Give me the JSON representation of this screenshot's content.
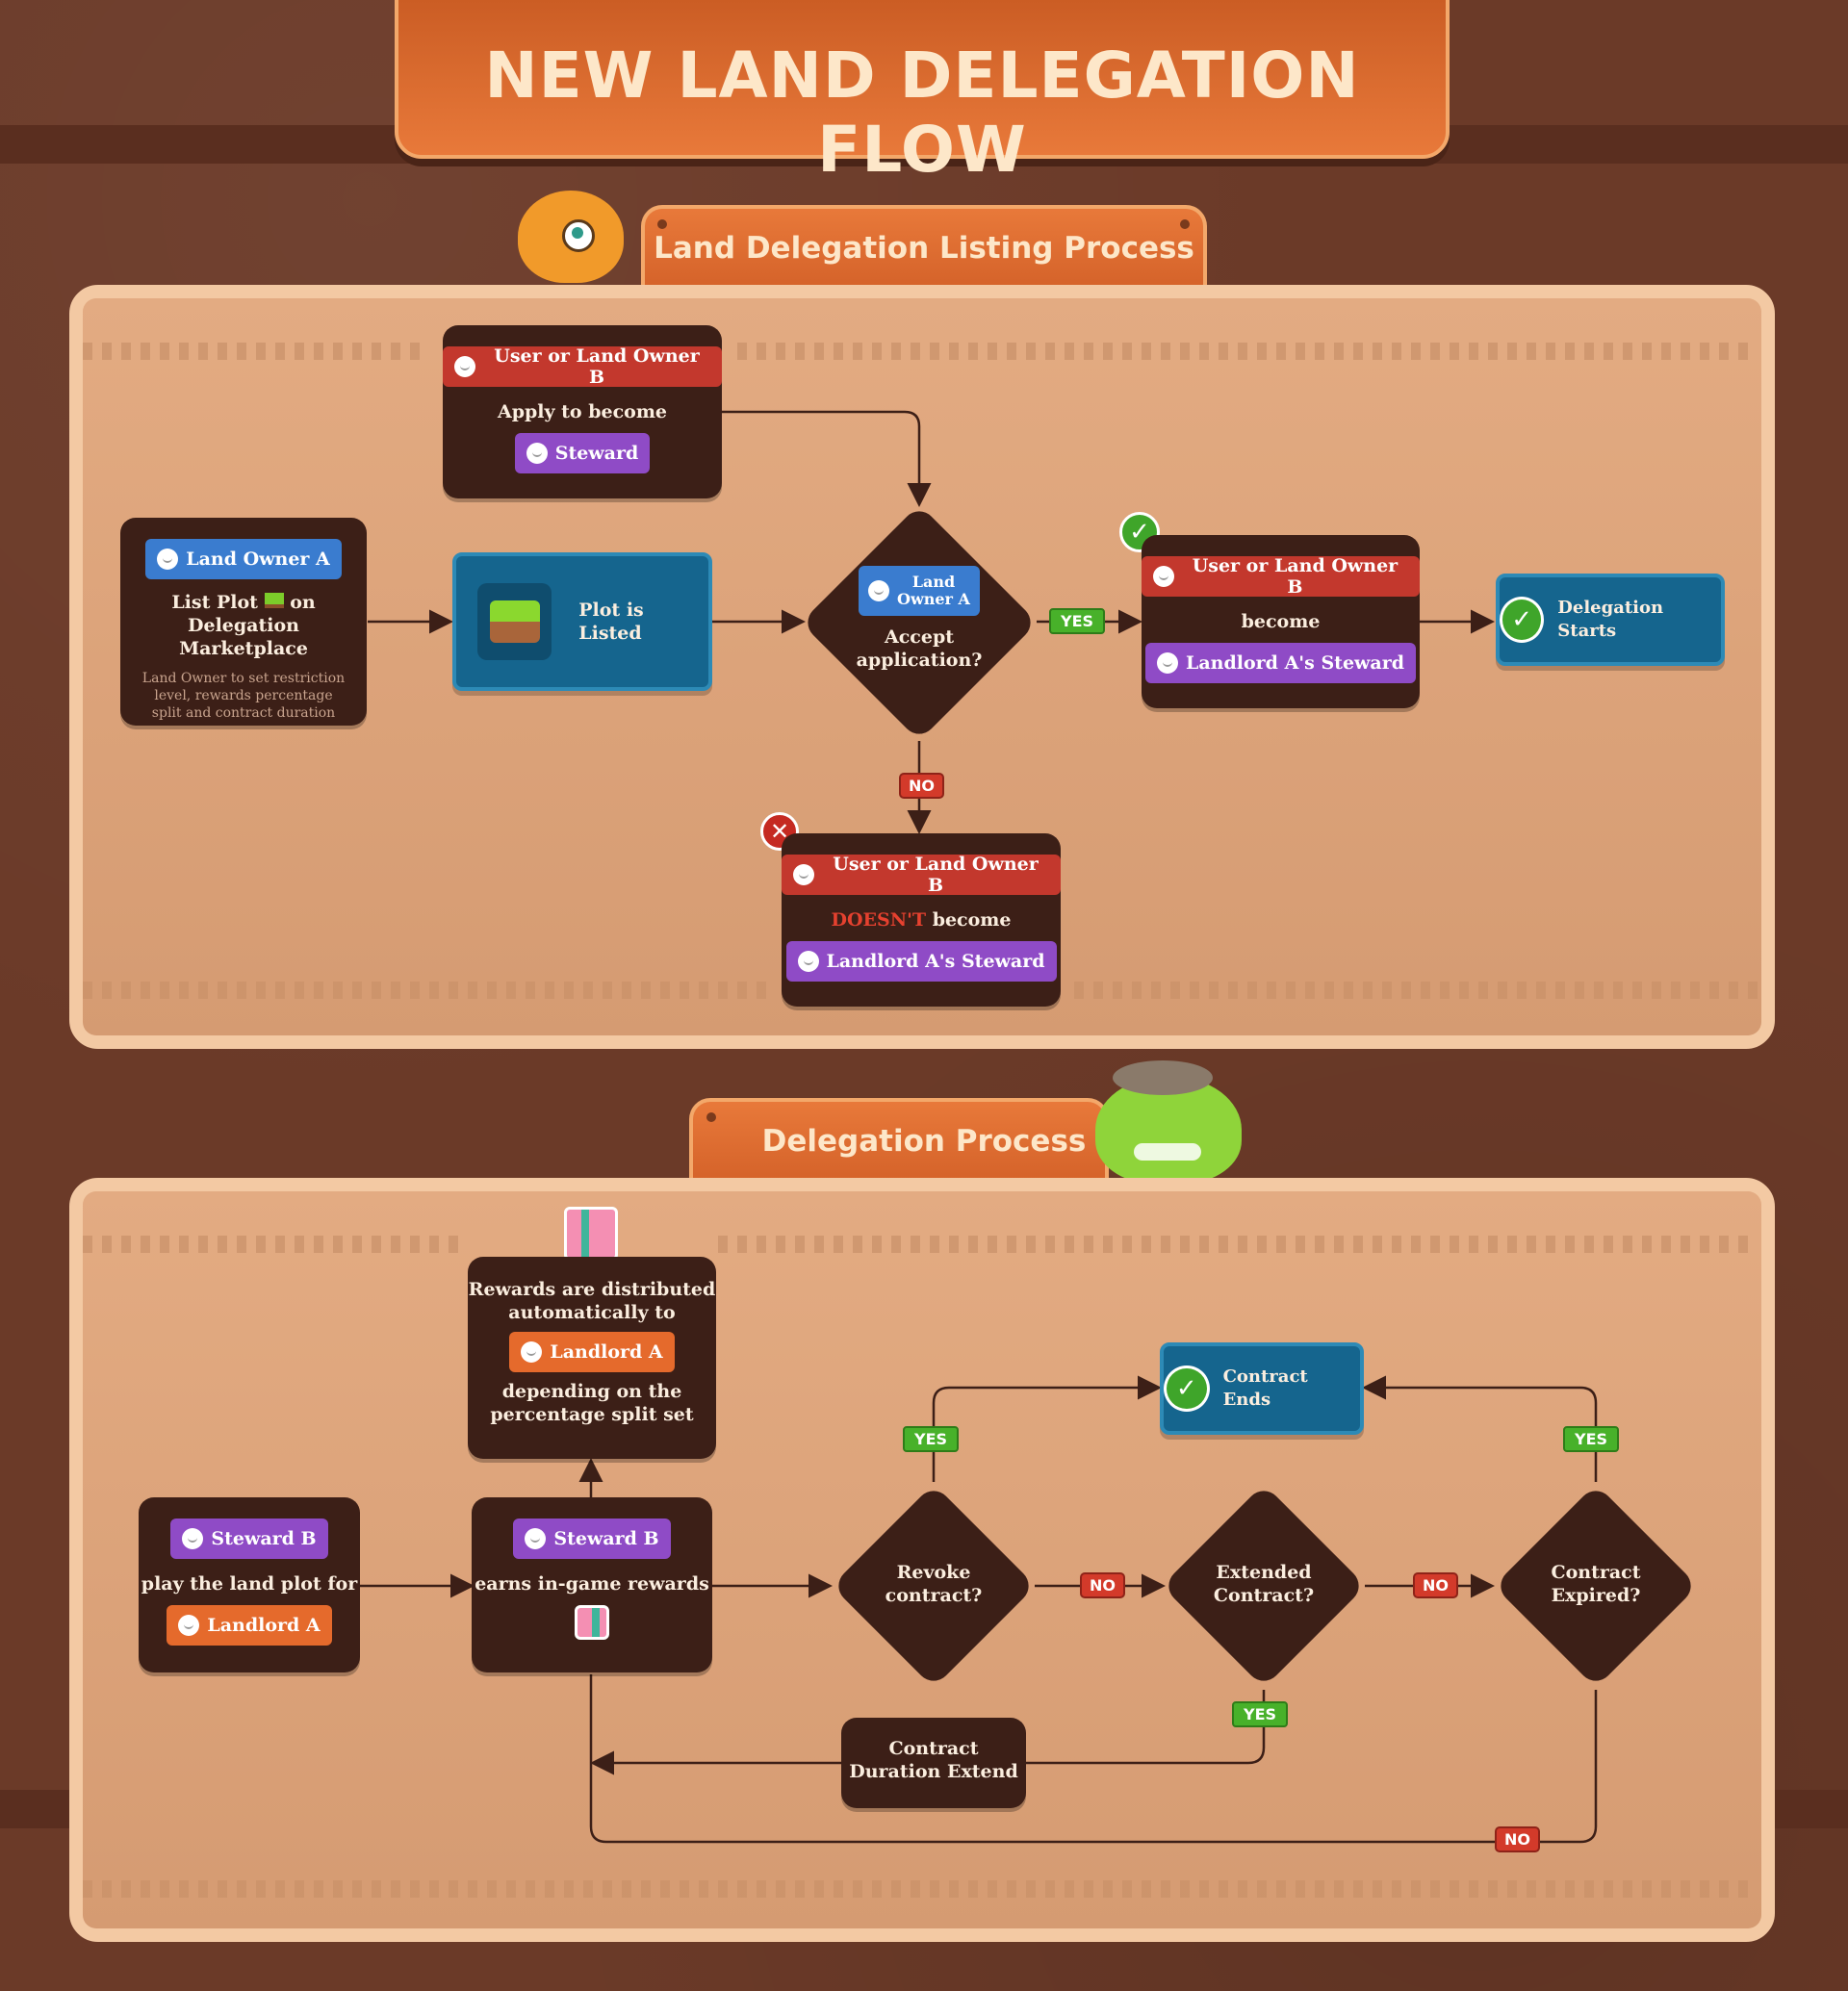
{
  "title": "NEW LAND DELEGATION FLOW",
  "section1": {
    "title": "Land Delegation Listing Process",
    "apply_box": {
      "role": "User or Land Owner B",
      "text": "Apply to become",
      "target": "Steward"
    },
    "owner_box": {
      "role": "Land Owner A",
      "text1": "List Plot",
      "text1b": "on",
      "text2": "Delegation Marketplace",
      "note": "Land Owner to set restriction level, rewards percentage split and contract duration"
    },
    "listed_box": {
      "label": "Plot is Listed"
    },
    "decision": {
      "role_line1": "Land",
      "role_line2": "Owner A",
      "question_line1": "Accept",
      "question_line2": "application?"
    },
    "yes_label": "YES",
    "no_label": "NO",
    "yes_box": {
      "role": "User or Land Owner B",
      "text": "become",
      "target": "Landlord A's Steward"
    },
    "no_box": {
      "role": "User or Land Owner B",
      "text_red": "DOESN'T",
      "text": "become",
      "target": "Landlord A's Steward"
    },
    "start_box": {
      "label": "Delegation Starts"
    }
  },
  "section2": {
    "title": "Delegation Process",
    "play_box": {
      "role": "Steward B",
      "text": "play the land plot for",
      "target": "Landlord A"
    },
    "earn_box": {
      "role": "Steward B",
      "text": "earns in-game rewards"
    },
    "rewards_box": {
      "text1": "Rewards are distributed",
      "text2": "automatically to",
      "target": "Landlord A",
      "text3": "depending on the",
      "text4": "percentage split set"
    },
    "d1": {
      "line1": "Revoke",
      "line2": "contract?"
    },
    "d2": {
      "line1": "Extended",
      "line2": "Contract?"
    },
    "d3": {
      "line1": "Contract",
      "line2": "Expired?"
    },
    "ends_box": {
      "label": "Contract Ends"
    },
    "extend_box": {
      "line1": "Contract",
      "line2": "Duration Extend"
    },
    "yes_label": "YES",
    "no_label": "NO"
  }
}
